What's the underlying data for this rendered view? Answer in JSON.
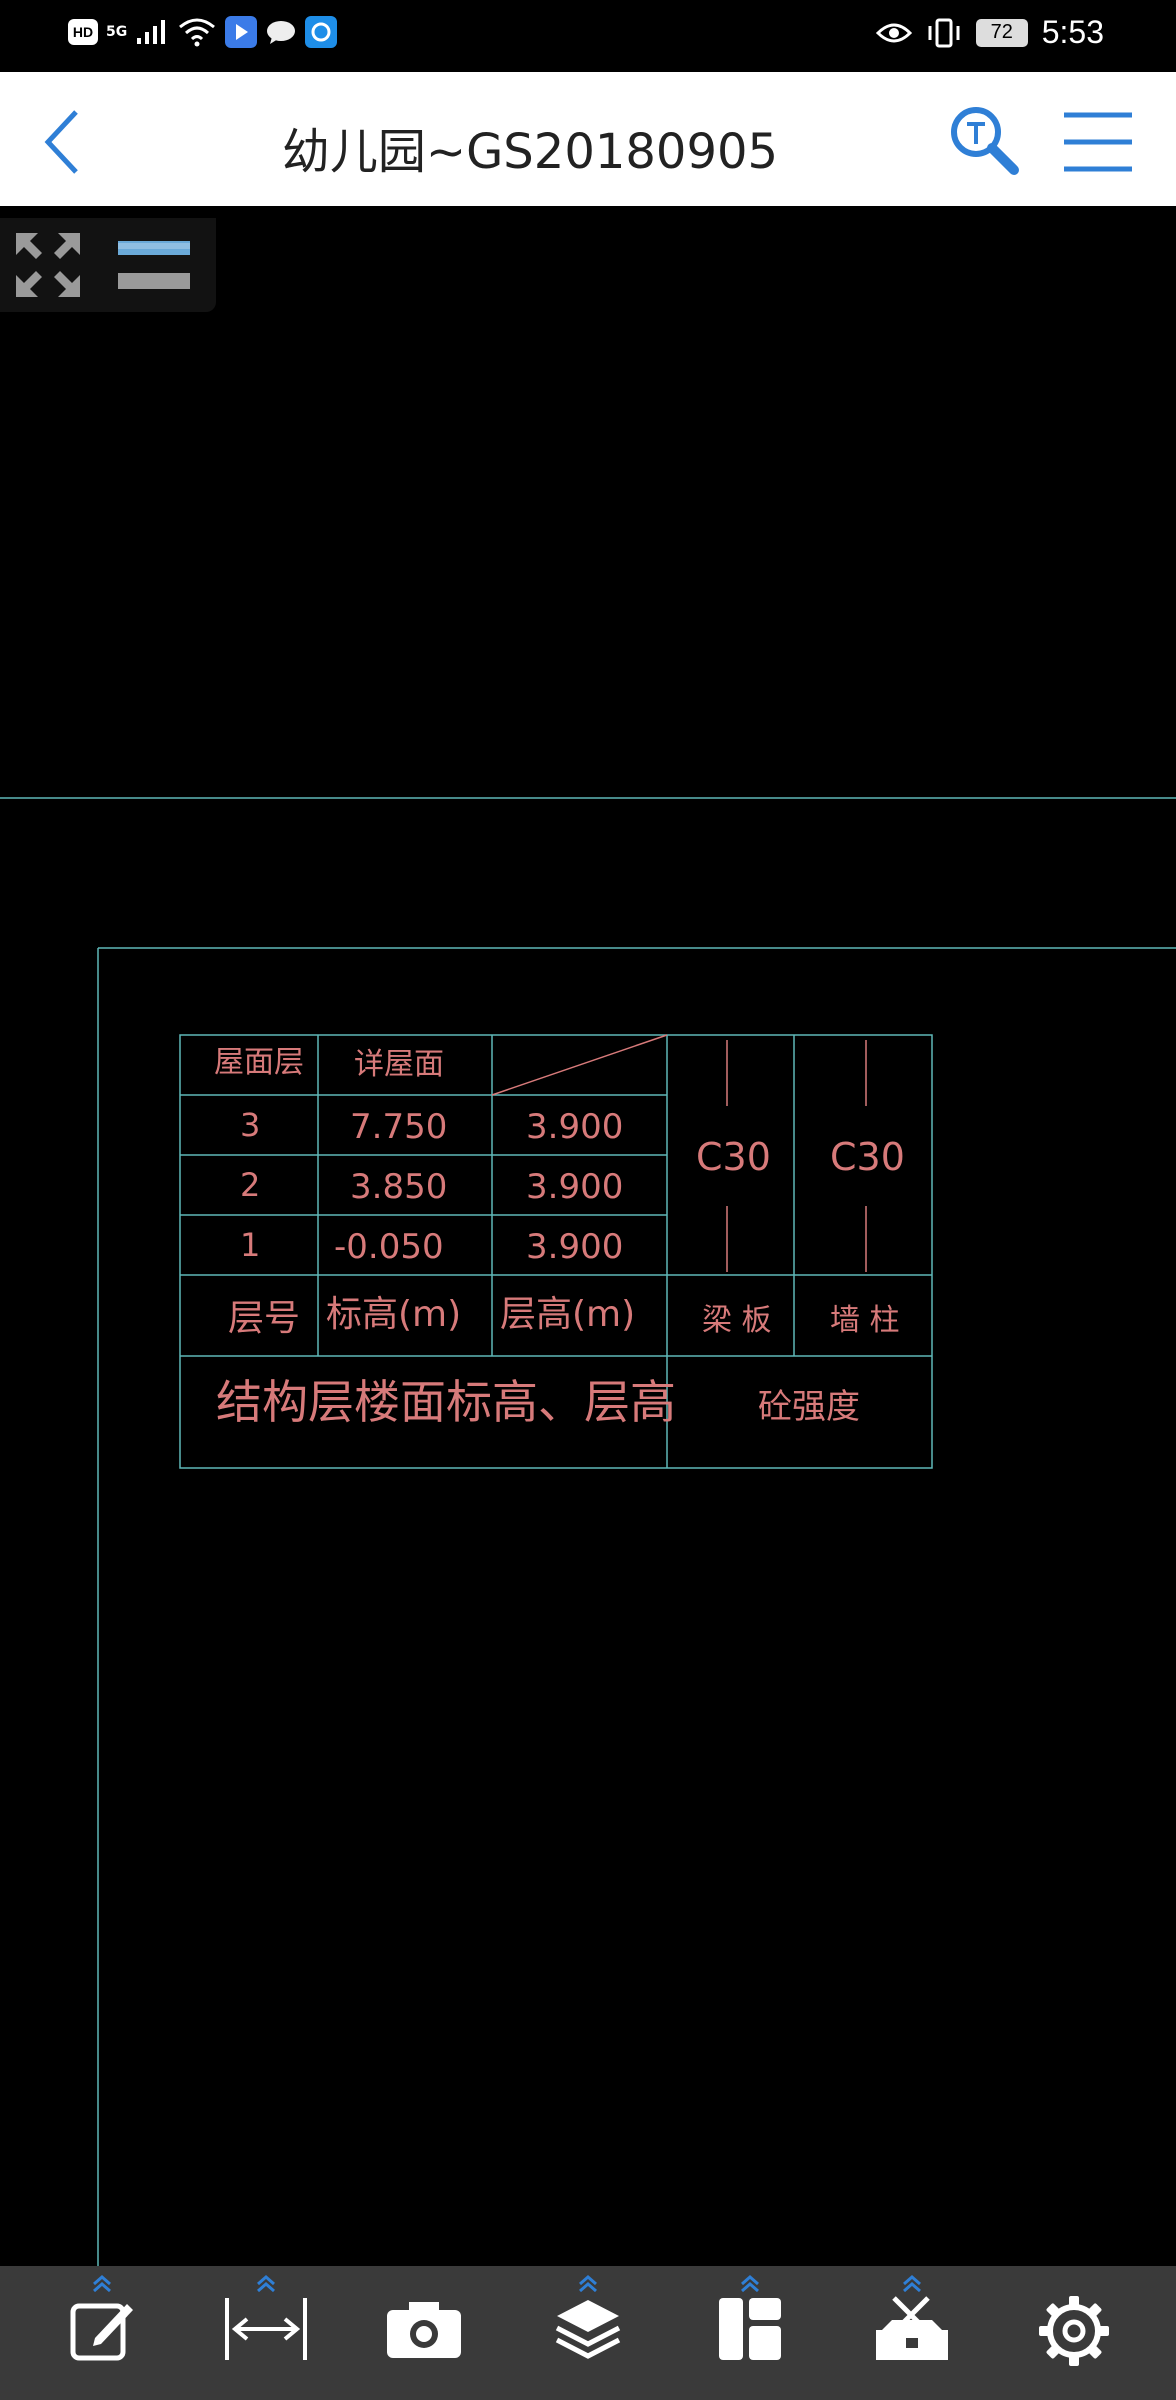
{
  "status_bar": {
    "hd": "HD",
    "net": "5G",
    "battery": "72",
    "time": "5:53"
  },
  "header": {
    "title": "幼儿园~GS20180905"
  },
  "cad_table": {
    "top_row": [
      "屋面层",
      "详屋面"
    ],
    "rows": [
      {
        "floor": "3",
        "elevation": "7.750",
        "height": "3.900"
      },
      {
        "floor": "2",
        "elevation": "3.850",
        "height": "3.900"
      },
      {
        "floor": "1",
        "elevation": "-0.050",
        "height": "3.900"
      }
    ],
    "beam_strength": "C30",
    "column_strength": "C30",
    "col_floor": "层号",
    "col_elevation": "标高(m)",
    "col_height": "层高(m)",
    "col_beam": "梁 板",
    "col_column": "墙 柱",
    "caption": "结构层楼面标高、层高",
    "strength_caption": "砼强度"
  },
  "colors": {
    "cad_line": "#5fb8b8",
    "cad_text": "#d77a7a",
    "accent": "#2f7fd6",
    "toolbar_bg": "#3a3a3a"
  },
  "toolbar": {
    "items": [
      "edit-icon",
      "measure-icon",
      "camera-icon",
      "layers-icon",
      "layout-icon",
      "toolbox-icon",
      "settings-icon"
    ]
  }
}
